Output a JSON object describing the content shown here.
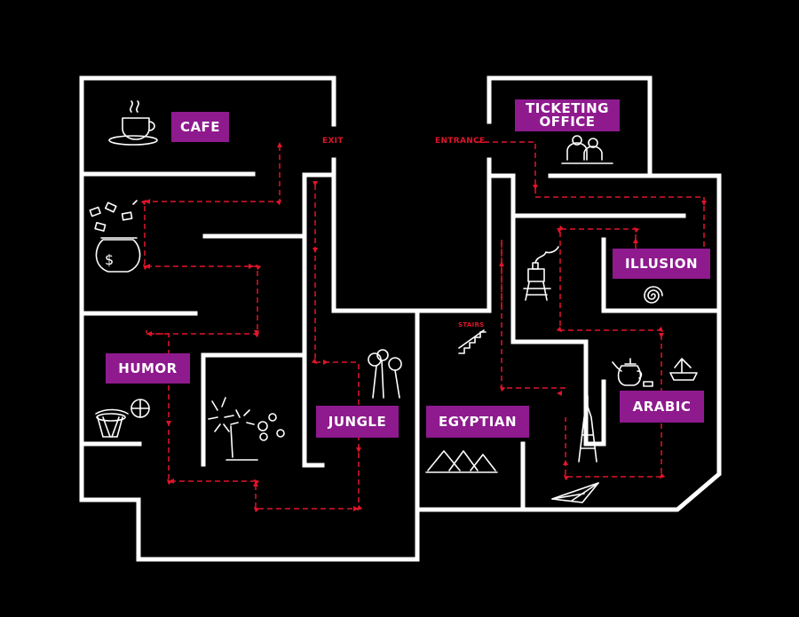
{
  "rooms": {
    "cafe": "CAFE",
    "ticketing": "TICKETING\nOFFICE",
    "illusion": "ILLUSION",
    "humor": "HUMOR",
    "jungle": "JUNGLE",
    "egyptian": "EGYPTIAN",
    "arabic": "ARABIC"
  },
  "markers": {
    "exit": "EXIT",
    "entrance": "ENTRANCE",
    "stairs": "STAIRS"
  },
  "icons": {
    "cafe": "coffee-cup-icon",
    "ticketing": "people-at-counter-icon",
    "money": "money-bag-icon",
    "illusion": "spiral-icon",
    "train": "steam-train-icon",
    "arabic": "teapot-and-ship-icon",
    "tower": "burj-tower-icon",
    "plane": "paper-plane-icon",
    "egyptian": "pyramids-icon",
    "stairs": "stairs-icon",
    "jungle": "trees-icon",
    "humor": "basketball-hoop-icon",
    "fireworks": "fireworks-icon"
  },
  "colors": {
    "background": "#000000",
    "walls": "#ffffff",
    "route": "#e0142a",
    "label": "#8e1a8e"
  }
}
